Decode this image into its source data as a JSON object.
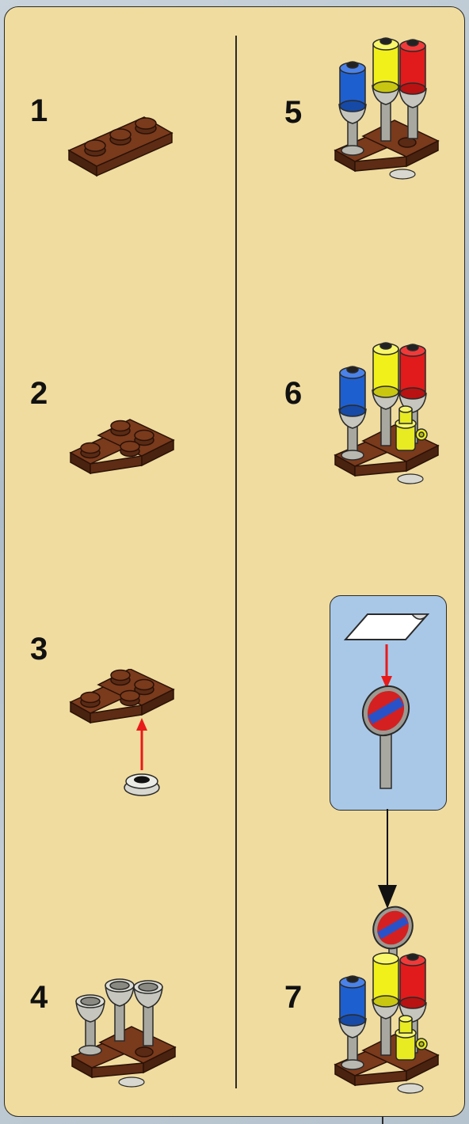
{
  "colors": {
    "panel": "#f0dc9e",
    "brown": "#5a2a14",
    "blue": "#1e5fd0",
    "yellow": "#f2f01a",
    "red": "#e11b1b",
    "grey": "#a8a8a0",
    "callout": "#a9c8e8",
    "arrow_red": "#e81a1a"
  },
  "steps": [
    {
      "number": "1"
    },
    {
      "number": "2"
    },
    {
      "number": "3"
    },
    {
      "number": "4"
    },
    {
      "number": "5"
    },
    {
      "number": "6"
    },
    {
      "number": "7"
    }
  ]
}
